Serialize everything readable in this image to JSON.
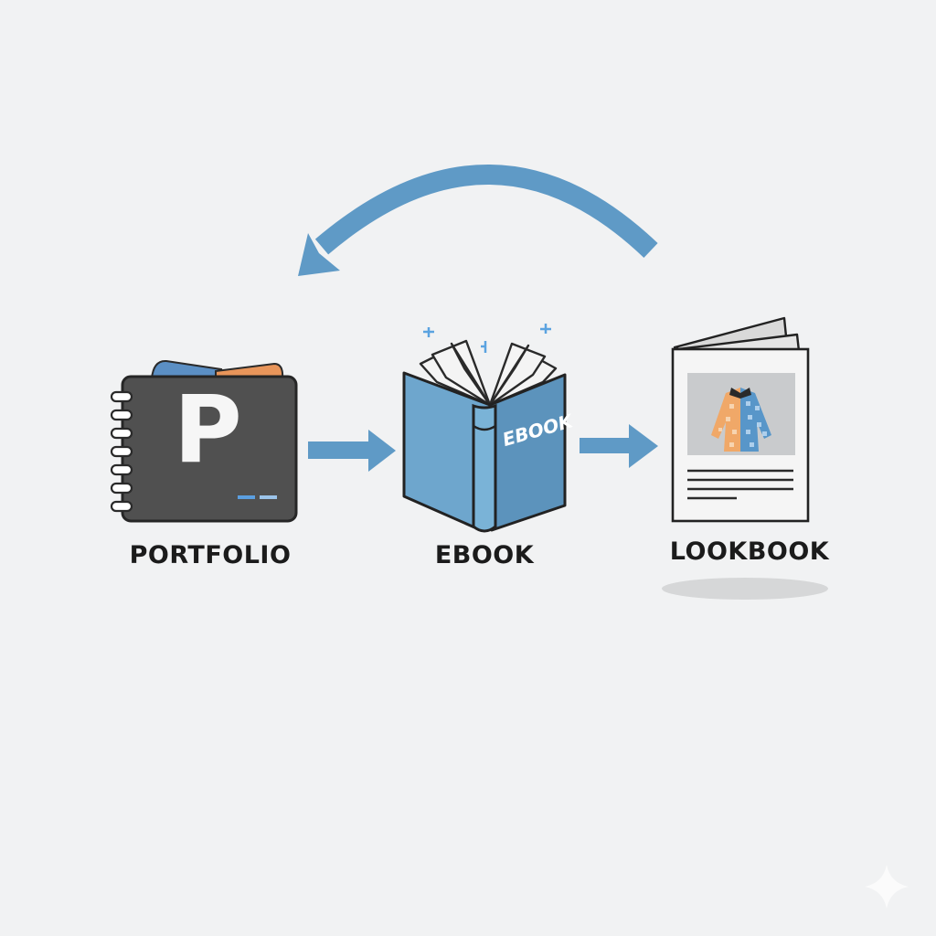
{
  "diagram": {
    "nodes": [
      {
        "id": "portfolio",
        "label": "PORTFOLIO",
        "icon": "portfolio-binder-icon",
        "cover_letter": "P"
      },
      {
        "id": "ebook",
        "label": "EBOOK",
        "icon": "open-book-icon",
        "cover_text": "EBOOK"
      },
      {
        "id": "lookbook",
        "label": "LOOKBOOK",
        "icon": "lookbook-magazine-icon"
      }
    ],
    "edges": [
      {
        "from": "portfolio",
        "to": "ebook",
        "type": "straight-arrow"
      },
      {
        "from": "ebook",
        "to": "lookbook",
        "type": "straight-arrow"
      },
      {
        "from": "lookbook",
        "to": "portfolio",
        "type": "curved-return-arrow"
      }
    ]
  },
  "colors": {
    "background": "#f1f2f3",
    "arrow_blue": "#5f9ac6",
    "book_blue": "#6ea6cd",
    "binder_gray": "#505050",
    "accent_orange": "#e8955a",
    "text_dark": "#1b1b1b"
  },
  "watermark": {
    "icon": "sparkle-icon"
  }
}
